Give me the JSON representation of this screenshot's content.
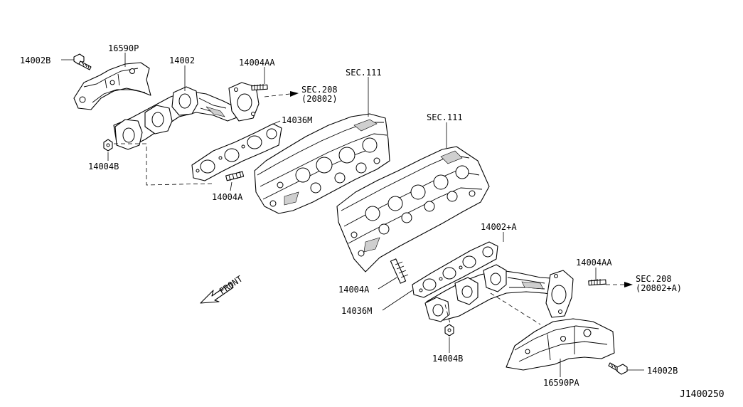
{
  "labels": {
    "l_14002B_top": "14002B",
    "l_16590P": "16590P",
    "l_14002": "14002",
    "l_14004AA_top": "14004AA",
    "l_sec208_top": "SEC.208",
    "l_20802": "(20802)",
    "l_sec111_a": "SEC.111",
    "l_sec111_b": "SEC.111",
    "l_14036M_top": "14036M",
    "l_14004B_top": "14004B",
    "l_14004A_top": "14004A",
    "l_front": "FRONT",
    "l_14002A": "14002+A",
    "l_14004AA_bot": "14004AA",
    "l_sec208_bot": "SEC.208",
    "l_20802A": "(20802+A)",
    "l_14004A_bot": "14004A",
    "l_14036M_bot": "14036M",
    "l_14004B_bot": "14004B",
    "l_16590PA": "16590PA",
    "l_14002B_bot": "14002B",
    "l_diagram_id": "J1400250"
  }
}
